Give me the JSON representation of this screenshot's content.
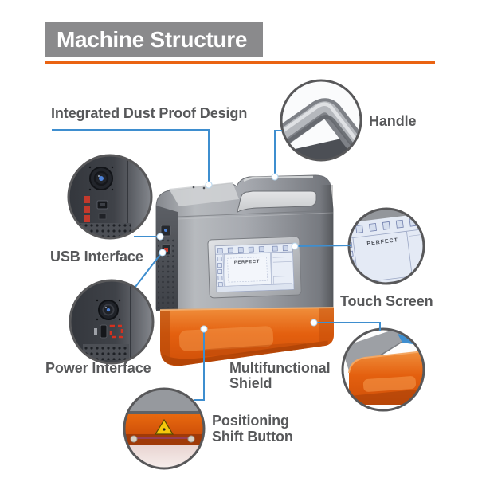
{
  "banner": {
    "title": "Machine Structure"
  },
  "labels": {
    "dust_proof": "Integrated Dust Proof Design",
    "handle": "Handle",
    "usb": "USB Interface",
    "touch_screen": "Touch Screen",
    "power": "Power Interface",
    "shield_line1": "Multifunctional",
    "shield_line2": "Shield",
    "positioning_line1": "Positioning",
    "positioning_line2": "Shift Button"
  },
  "screen": {
    "text": "PERFECT"
  },
  "colors": {
    "banner_bg": "#8A8A8C",
    "accent_orange": "#EA6312",
    "callout_blue": "#3E8ECF",
    "label_text": "#57585A",
    "machine_orange": "#E0590F",
    "circle_border": "#58585A"
  }
}
